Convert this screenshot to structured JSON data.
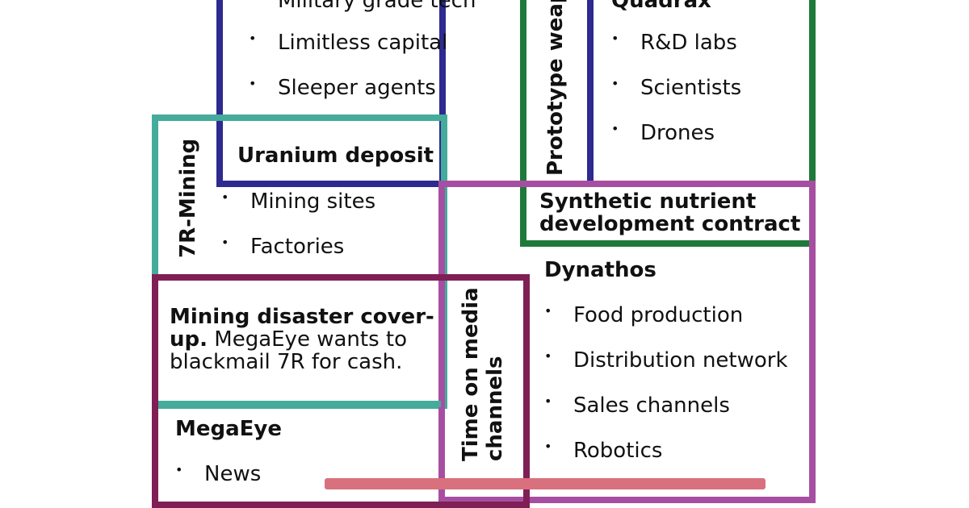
{
  "colors": {
    "navy": "#2e2a8f",
    "teal": "#45ab9a",
    "green": "#1f7a3a",
    "purple": "#a64fa2",
    "maroon": "#7f1f55",
    "rose": "#d9707e",
    "text": "#111111"
  },
  "top_left": {
    "items": [
      "Military grade tech",
      "Limitless capital",
      "Sleeper agents"
    ]
  },
  "quadrax": {
    "title": "Quadrax",
    "items": [
      "R&D labs",
      "Scientists",
      "Drones"
    ]
  },
  "prototype_label": "Prototype weap",
  "uranium_label": "Uranium deposit",
  "sevenr": {
    "vertical_label": "7R-Mining",
    "items": [
      "Mining sites",
      "Factories"
    ]
  },
  "synthetic_label": {
    "line1": "Synthetic nutrient",
    "line2": "development contract"
  },
  "dynathos": {
    "title": "Dynathos",
    "items": [
      "Food production",
      "Distribution network",
      "Sales channels",
      "Robotics"
    ]
  },
  "media_label": {
    "line1": "Time on media",
    "line2": "channels"
  },
  "cover_up": {
    "bold1": "Mining disaster cover-",
    "bold2": "up.",
    "rest2": " MegaEye wants to",
    "line3": "blackmail 7R for cash."
  },
  "megaeye": {
    "title": "MegaEye",
    "items": [
      "News"
    ]
  },
  "bullet_symbol": "•"
}
